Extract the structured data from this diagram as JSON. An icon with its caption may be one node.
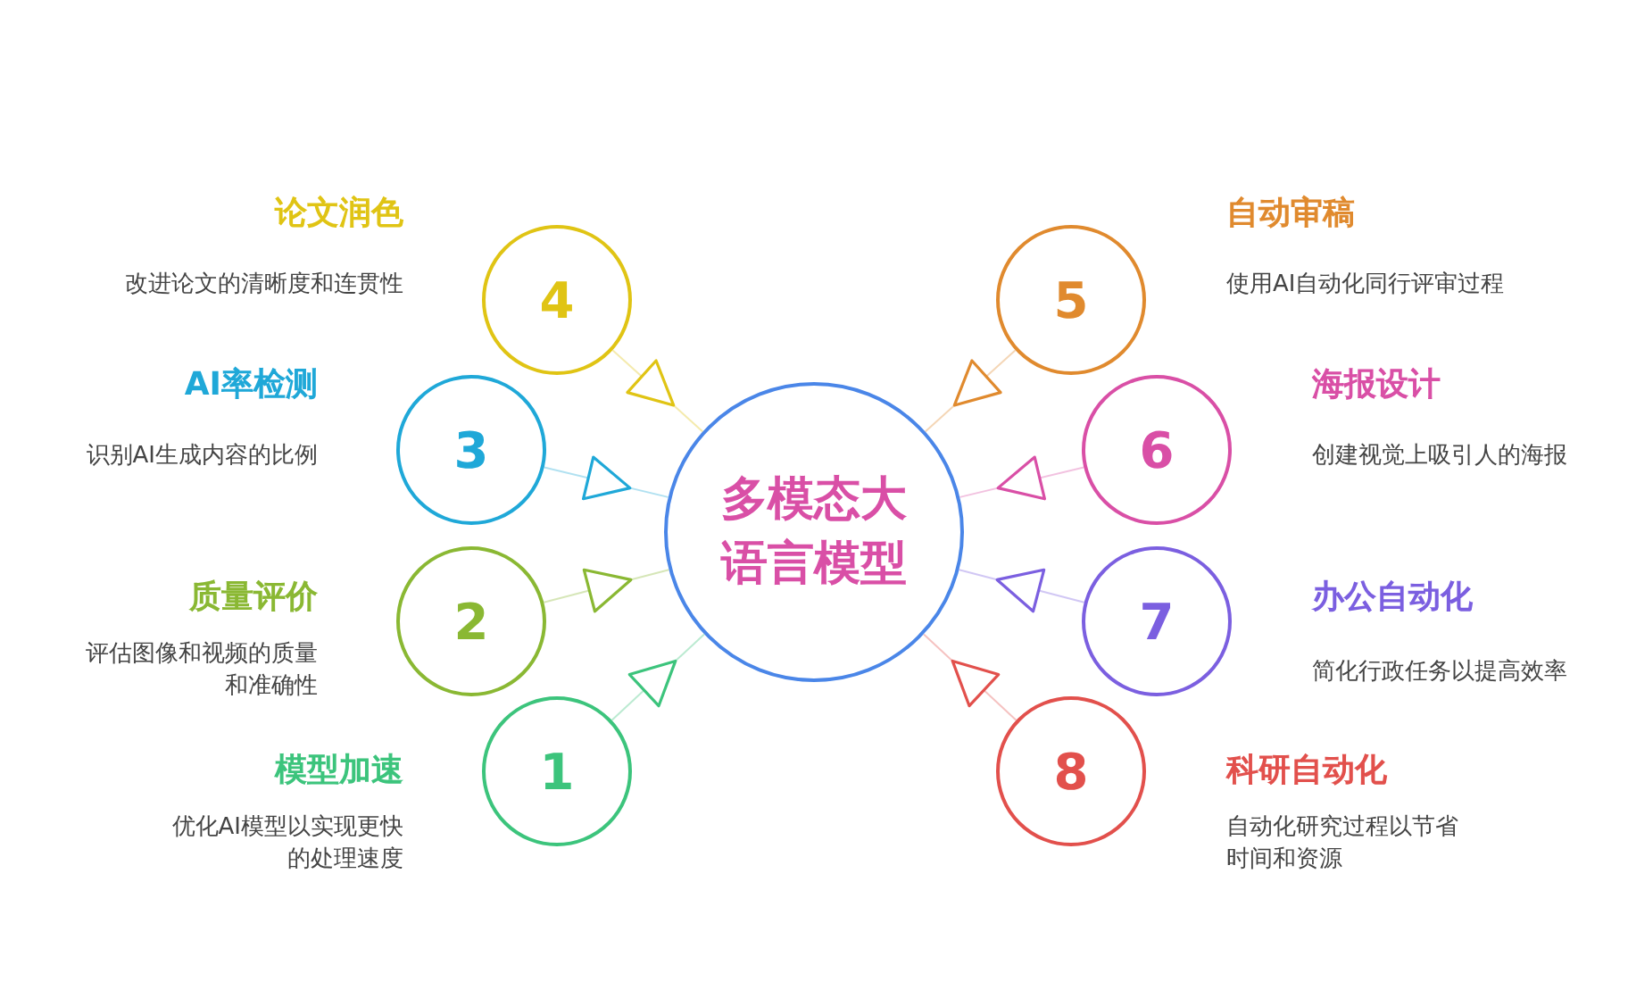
{
  "diagram": {
    "nodes": [
      {
        "text": [
          "多模态大语言模型"
        ]
      },
      {
        "text": [
          "模型加速",
          "优化AI模型以实现更快的处理速度",
          "1"
        ]
      },
      {
        "text": [
          "质量评价",
          "评估图像和视频的质量和准确性",
          "2"
        ]
      },
      {
        "text": [
          "AI率检测",
          "识别AI生成内容的比例",
          "3"
        ]
      },
      {
        "text": [
          "论文润色",
          "改进论文的清晰度和连贯性",
          "4"
        ]
      },
      {
        "text": [
          "5",
          "自动审稿",
          "使用AI自动化同行评审过程"
        ]
      },
      {
        "text": [
          "6",
          "海报设计",
          "创建视觉上吸引人的海报"
        ]
      },
      {
        "text": [
          "7",
          "办公自动化",
          "简化行政任务以提高效率"
        ]
      },
      {
        "text": [
          "8",
          "科研自动化",
          "自动化研究过程以节省时间和资源"
        ]
      }
    ],
    "edges": [
      {
        "from": 1,
        "to": 0,
        "arrow": "to",
        "color": "#3cc47c"
      },
      {
        "from": 2,
        "to": 0,
        "arrow": "to",
        "color": "#8ab833"
      },
      {
        "from": 3,
        "to": 0,
        "arrow": "to",
        "color": "#1fa8d8"
      },
      {
        "from": 4,
        "to": 0,
        "arrow": "to",
        "color": "#e0c414"
      },
      {
        "from": 5,
        "to": 0,
        "arrow": "to",
        "color": "#e08a2e"
      },
      {
        "from": 6,
        "to": 0,
        "arrow": "to",
        "color": "#d94fa6"
      },
      {
        "from": 7,
        "to": 0,
        "arrow": "to",
        "color": "#7b5fe0"
      },
      {
        "from": 8,
        "to": 0,
        "arrow": "to",
        "color": "#e2504c"
      }
    ]
  }
}
